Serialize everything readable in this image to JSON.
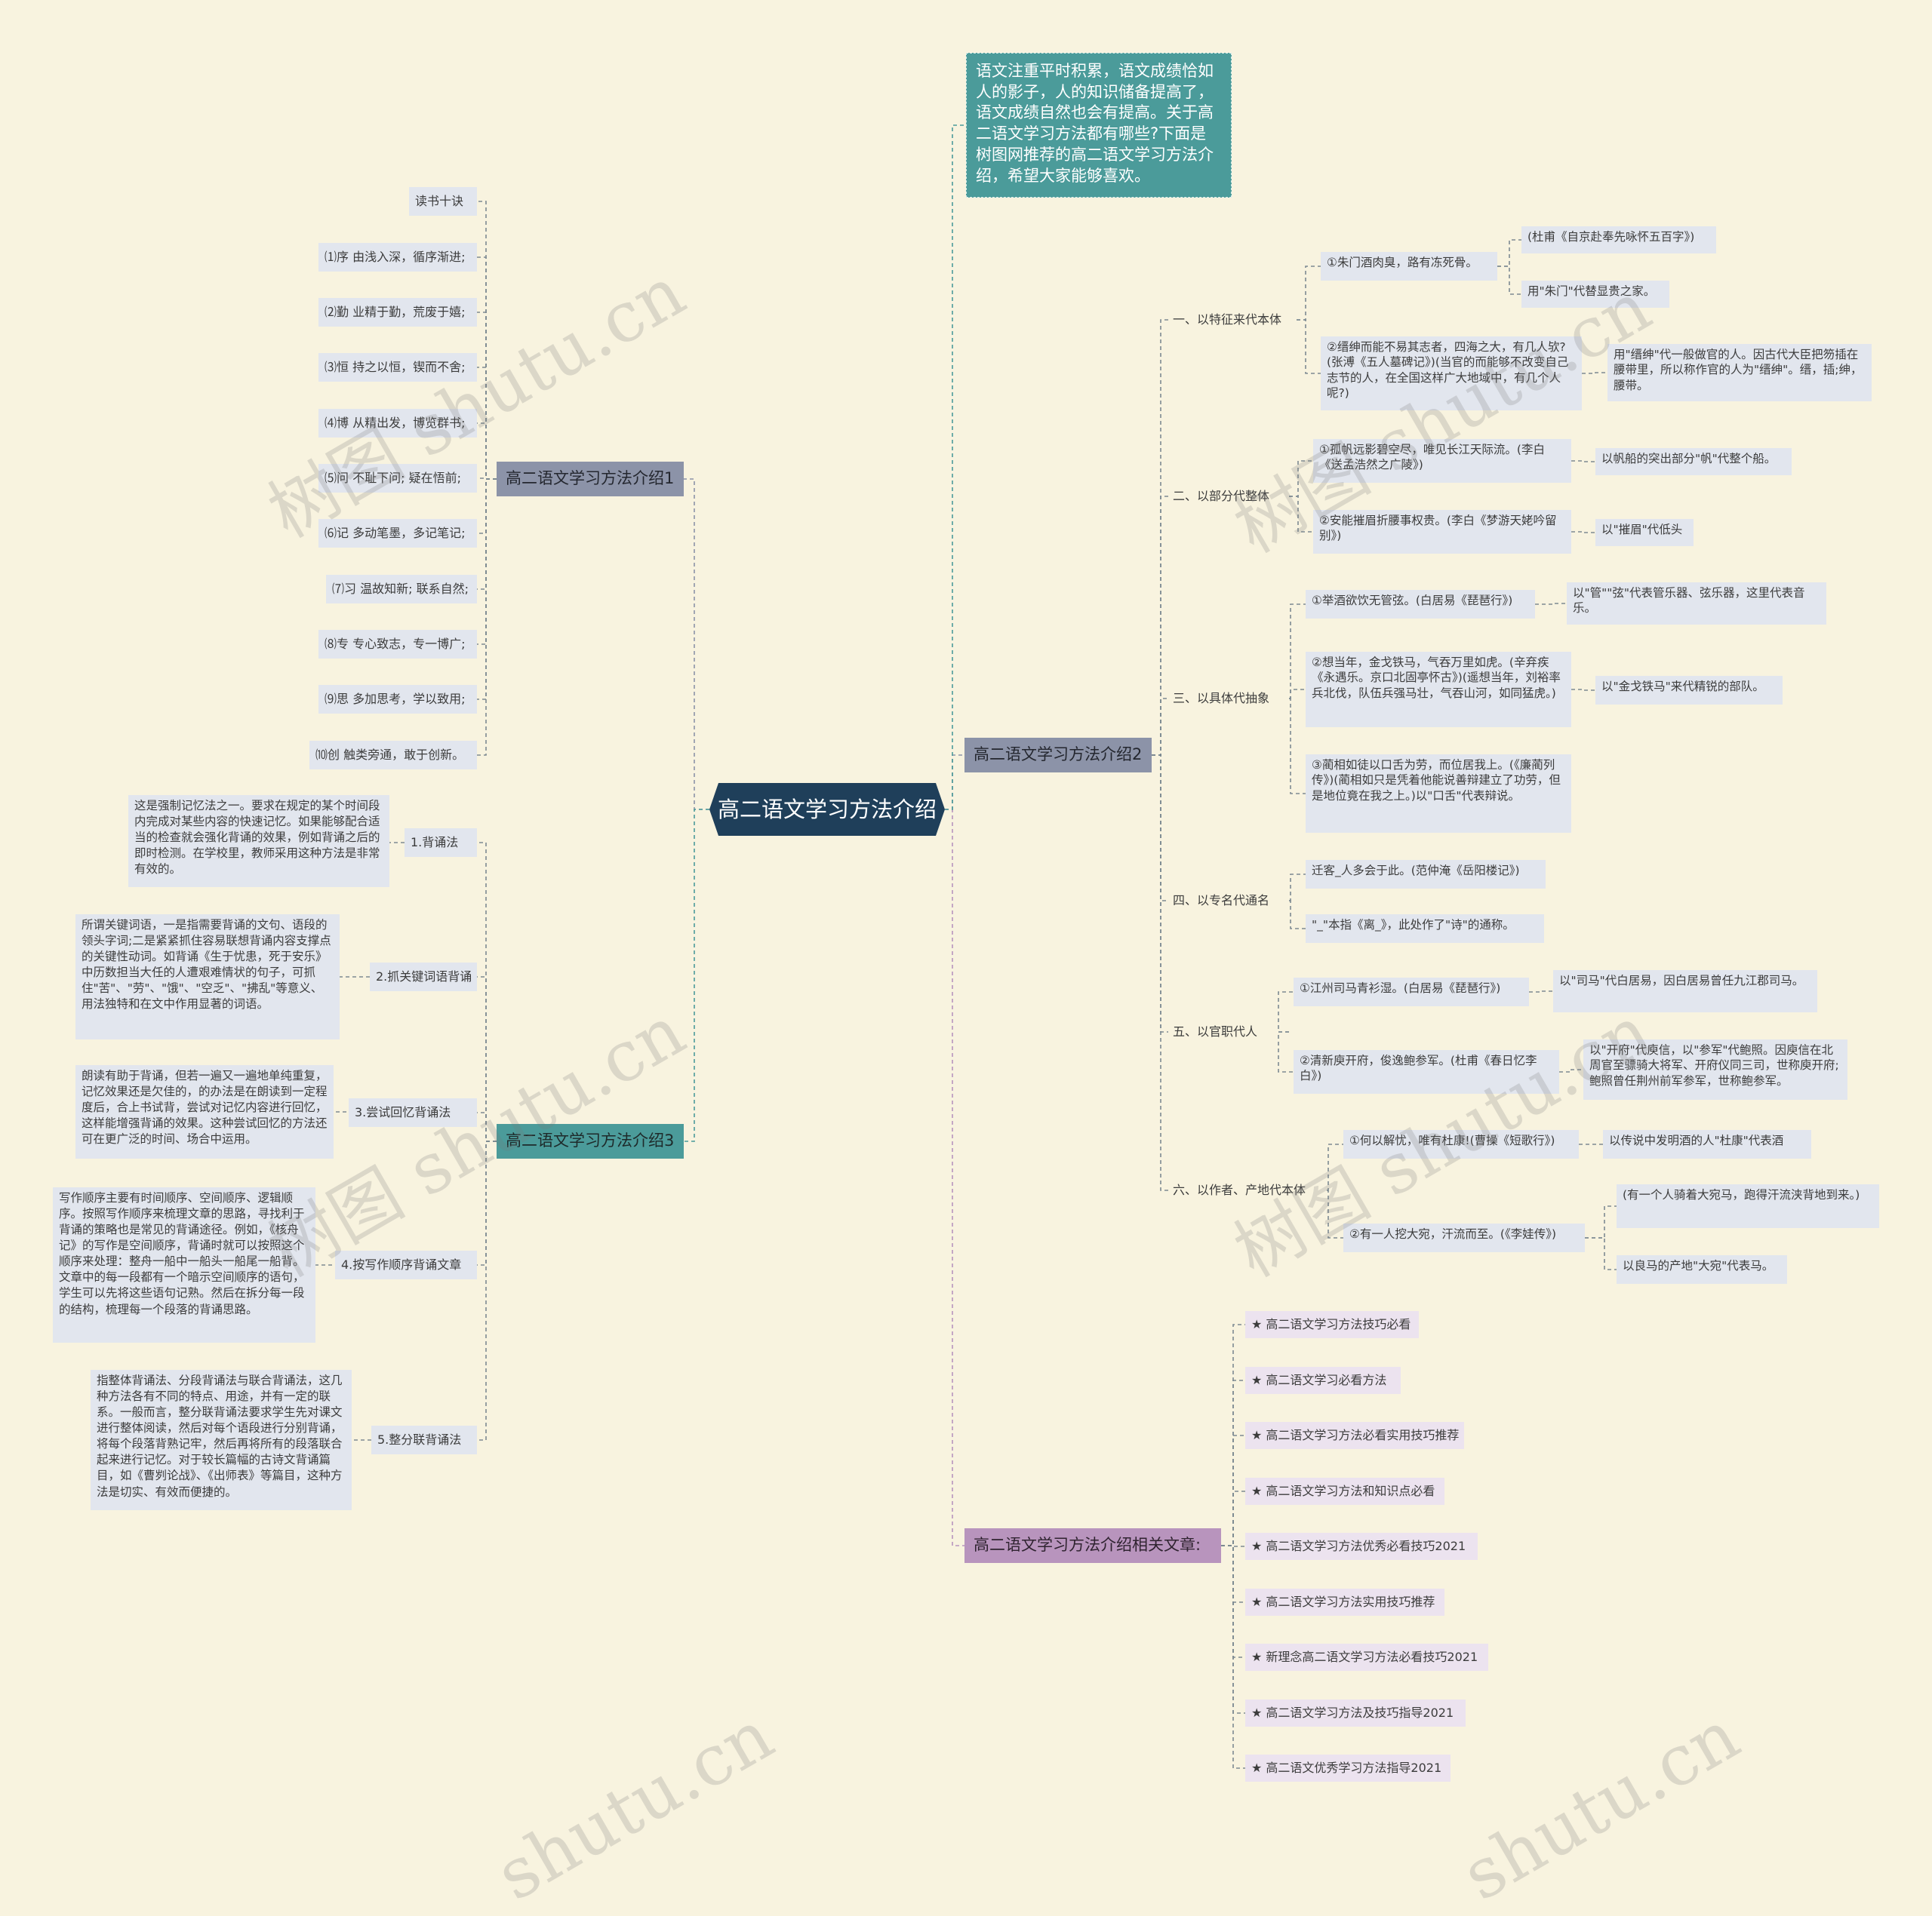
{
  "center": {
    "title": "高二语文学习方法介绍"
  },
  "intro": {
    "text": "语文注重平时积累，语文成绩恰如人的影子，人的知识储备提高了，语文成绩自然也会有提高。关于高二语文学习方法都有哪些?下面是树图网推荐的高二语文学习方法介绍，希望大家能够喜欢。"
  },
  "branch1": {
    "title": "高二语文学习方法介绍1",
    "items": [
      "读书十诀",
      "⑴序 由浅入深，循序渐进;",
      "⑵勤 业精于勤，荒废于嬉;",
      "⑶恒 持之以恒，锲而不舍;",
      "⑷博 从精出发，博览群书;",
      "⑸问 不耻下问; 疑在悟前;",
      "⑹记 多动笔墨，多记笔记;",
      "⑺习 温故知新; 联系自然;",
      "⑻专 专心致志，专一博广;",
      "⑼思 多加思考，学以致用;",
      "⑽创 触类旁通，敢于创新。"
    ]
  },
  "branch3": {
    "title": "高二语文学习方法介绍3",
    "methods": [
      {
        "label": "1.背诵法",
        "desc": "这是强制记忆法之一。要求在规定的某个时间段内完成对某些内容的快速记忆。如果能够配合适当的检查就会强化背诵的效果，例如背诵之后的即时检测。在学校里，教师采用这种方法是非常有效的。"
      },
      {
        "label": "2.抓关键词语背诵",
        "desc": "所谓关键词语，一是指需要背诵的文句、语段的领头字词;二是紧紧抓住容易联想背诵内容支撑点的关键性动词。如背诵《生于忧患，死于安乐》中历数担当大任的人遭艰难情状的句子，可抓住\"苦\"、\"劳\"、\"饿\"、\"空乏\"、\"拂乱\"等意义、用法独特和在文中作用显著的词语。"
      },
      {
        "label": "3.尝试回忆背诵法",
        "desc": "朗读有助于背诵，但若一遍又一遍地单纯重复，记忆效果还是欠佳的，的办法是在朗读到一定程度后，合上书试背，尝试对记忆内容进行回忆，这样能增强背诵的效果。这种尝试回忆的方法还可在更广泛的时间、场合中运用。"
      },
      {
        "label": "4.按写作顺序背诵文章",
        "desc": "写作顺序主要有时间顺序、空间顺序、逻辑顺序。按照写作顺序来梳理文章的思路，寻找利于背诵的策略也是常见的背诵途径。例如，《核舟记》的写作是空间顺序，背诵时就可以按照这个顺序来处理：整舟一船中一船头一船尾一船背。文章中的每一段都有一个暗示空间顺序的语句，学生可以先将这些语句记熟。然后在拆分每一段的结构，梳理每一个段落的背诵思路。"
      },
      {
        "label": "5.整分联背诵法",
        "desc": "指整体背诵法、分段背诵法与联合背诵法，这几种方法各有不同的特点、用途，并有一定的联系。一般而言，整分联背诵法要求学生先对课文进行整体阅读，然后对每个语段进行分别背诵，将每个段落背熟记牢，然后再将所有的段落联合起来进行记忆。对于较长篇幅的古诗文背诵篇目，如《曹刿论战》、《出师表》等篇目，这种方法是切实、有效而便捷的。"
      }
    ]
  },
  "branch2": {
    "title": "高二语文学习方法介绍2",
    "cats": [
      {
        "label": "一、以特征来代本体",
        "subs": [
          {
            "text": "①朱门酒肉臭，路有冻死骨。",
            "notes": [
              "(杜甫《自京赴奉先咏怀五百字》)",
              "用\"朱门\"代替显贵之家。"
            ]
          },
          {
            "text": "②缙绅而能不易其志者，四海之大，有几人欤?(张溥《五人墓碑记》)(当官的而能够不改变自己志节的人，在全国这样广大地域中，有几个人呢?)",
            "notes": [
              "用\"缙绅\"代一般做官的人。因古代大臣把笏插在腰带里，所以称作官的人为\"缙绅\"。缙，插;绅，腰带。"
            ]
          }
        ]
      },
      {
        "label": "二、以部分代整体",
        "subs": [
          {
            "text": "①孤帆远影碧空尽，唯见长江天际流。(李白《送孟浩然之广陵》)",
            "notes": [
              "以帆船的突出部分\"帆\"代整个船。"
            ]
          },
          {
            "text": "②安能摧眉折腰事权贵。(李白《梦游天姥吟留别》)",
            "notes": [
              "以\"摧眉\"代低头"
            ]
          }
        ]
      },
      {
        "label": "三、以具体代抽象",
        "subs": [
          {
            "text": "①举酒欲饮无管弦。(白居易《琵琶行》)",
            "notes": [
              "以\"管\"\"弦\"代表管乐器、弦乐器，这里代表音乐。"
            ]
          },
          {
            "text": "②想当年，金戈铁马，气吞万里如虎。(辛弃疾《永遇乐。京口北固亭怀古》)(遥想当年，刘裕率兵北伐，队伍兵强马壮，气吞山河，如同猛虎。)",
            "notes": [
              "以\"金戈铁马\"来代精锐的部队。"
            ]
          },
          {
            "text": "③蔺相如徒以口舌为劳，而位居我上。(《廉蔺列传》)(蔺相如只是凭着他能说善辩建立了功劳，但是地位竟在我之上。)以\"口舌\"代表辩说。",
            "notes": []
          }
        ]
      },
      {
        "label": "四、以专名代通名",
        "subs": [
          {
            "text": "迁客_人多会于此。(范仲淹《岳阳楼记》)",
            "notes": []
          },
          {
            "text": "\"_\"本指《离_》，此处作了\"诗\"的通称。",
            "notes": []
          }
        ]
      },
      {
        "label": "五、以官职代人",
        "subs": [
          {
            "text": "①江州司马青衫湿。(白居易《琵琶行》)",
            "notes": [
              "以\"司马\"代白居易，因白居易曾任九江郡司马。"
            ]
          },
          {
            "text": "②清新庾开府，俊逸鲍参军。(杜甫《春日忆李白》)",
            "notes": [
              "以\"开府\"代庾信，以\"参军\"代鲍照。因庾信在北周官至骠骑大将军、开府仪同三司，世称庾开府;鲍照曾任荆州前军参军，世称鲍参军。"
            ]
          }
        ]
      },
      {
        "label": "六、以作者、产地代本体",
        "subs": [
          {
            "text": "①何以解忧，唯有杜康!(曹操《短歌行》)",
            "notes": [
              "以传说中发明酒的人\"杜康\"代表酒"
            ]
          },
          {
            "text": "②有一人挖大宛，汗流而至。(《李娃传》)",
            "notes": [
              "(有一个人骑着大宛马，跑得汗流浃背地到来。)",
              "以良马的产地\"大宛\"代表马。"
            ]
          }
        ]
      }
    ]
  },
  "branch4": {
    "title": "高二语文学习方法介绍相关文章:",
    "links": [
      "★ 高二语文学习方法技巧必看",
      "★ 高二语文学习必看方法",
      "★ 高二语文学习方法必看实用技巧推荐",
      "★ 高二语文学习方法和知识点必看",
      "★ 高二语文学习方法优秀必看技巧2021",
      "★ 高二语文学习方法实用技巧推荐",
      "★ 新理念高二语文学习方法必看技巧2021",
      "★ 高二语文学习方法及技巧指导2021",
      "★ 高二语文优秀学习方法指导2021"
    ]
  },
  "watermarks": [
    "树图 shutu.cn",
    "树图 shutu.cn",
    "树图 shutu.cn",
    "树图 shutu.cn",
    "shutu.cn",
    "shutu.cn"
  ],
  "colors": {
    "background": "#f8f3df",
    "center": "#1f3f5a",
    "teal": "#4b9b9a",
    "gray": "#8c93a8",
    "purple": "#b894bd"
  }
}
